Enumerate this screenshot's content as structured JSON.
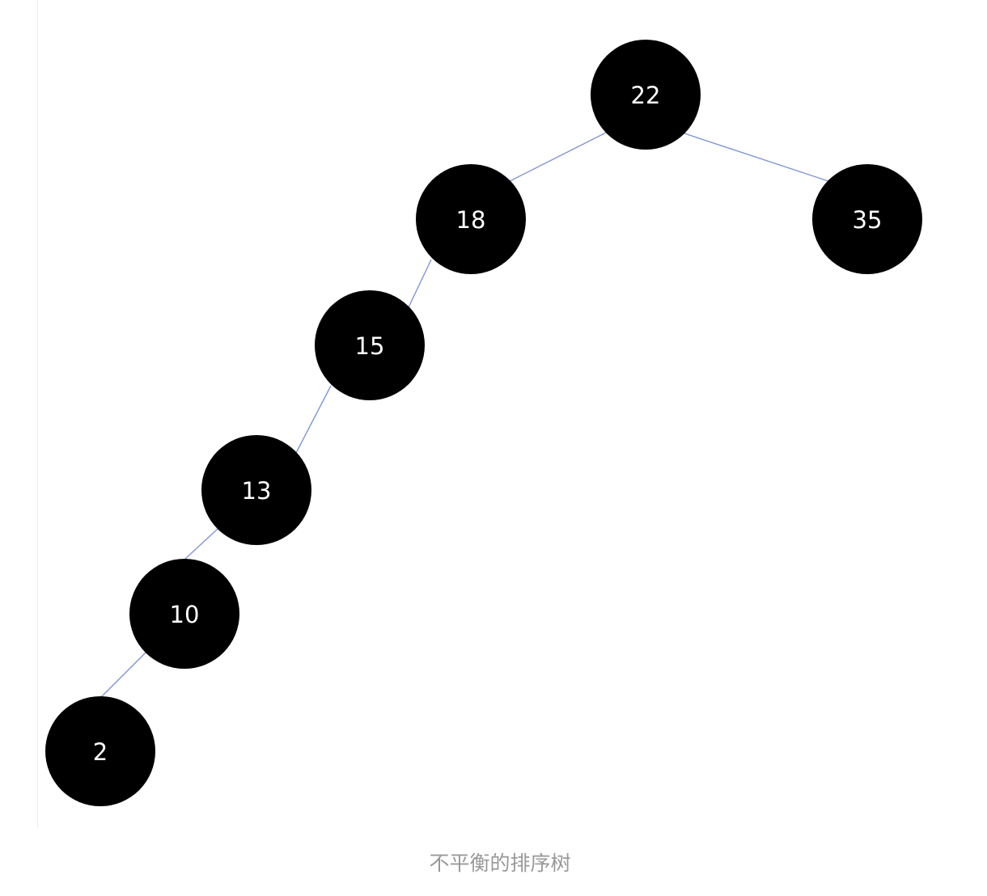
{
  "diagram": {
    "nodes": [
      {
        "id": "n22",
        "label": "22"
      },
      {
        "id": "n18",
        "label": "18"
      },
      {
        "id": "n35",
        "label": "35"
      },
      {
        "id": "n15",
        "label": "15"
      },
      {
        "id": "n13",
        "label": "13"
      },
      {
        "id": "n10",
        "label": "10"
      },
      {
        "id": "n2",
        "label": "2"
      }
    ],
    "edges": [
      {
        "from": "n22",
        "to": "n18"
      },
      {
        "from": "n22",
        "to": "n35"
      },
      {
        "from": "n18",
        "to": "n15"
      },
      {
        "from": "n15",
        "to": "n13"
      },
      {
        "from": "n13",
        "to": "n10"
      },
      {
        "from": "n10",
        "to": "n2"
      }
    ],
    "colors": {
      "node_fill": "#000000",
      "node_text": "#ffffff",
      "edge": "#7f95d6",
      "caption": "#999999"
    }
  },
  "caption": "不平衡的排序树"
}
